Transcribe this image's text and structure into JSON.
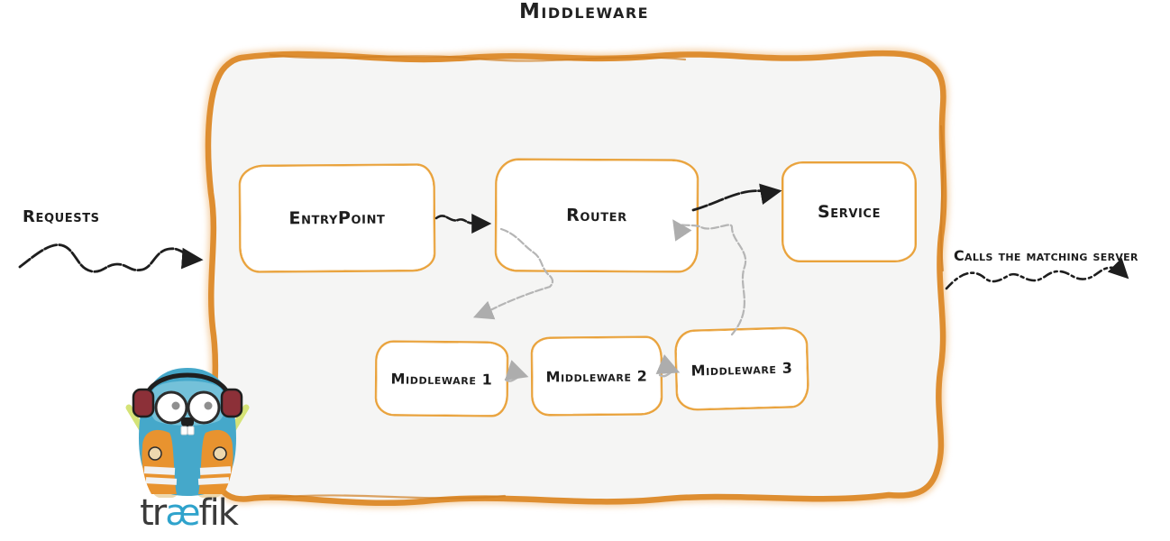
{
  "diagram": {
    "title": "Middleware",
    "nodes": {
      "entrypoint": {
        "label": "EntryPoint"
      },
      "router": {
        "label": "Router"
      },
      "service": {
        "label": "Service"
      },
      "middleware1": {
        "label": "Middleware 1"
      },
      "middleware2": {
        "label": "Middleware 2"
      },
      "middleware3": {
        "label": "Middleware 3"
      }
    },
    "labels": {
      "incoming": "Requests",
      "outgoing": "Calls the matching server"
    },
    "edges": [
      {
        "from": "Requests",
        "to": "EntryPoint",
        "style": "black-squiggle-arrow"
      },
      {
        "from": "EntryPoint",
        "to": "Router",
        "style": "black-squiggle-arrow"
      },
      {
        "from": "Router",
        "to": "Middleware 1",
        "style": "gray-squiggle-arrow"
      },
      {
        "from": "Middleware 1",
        "to": "Middleware 2",
        "style": "gray-squiggle-arrow"
      },
      {
        "from": "Middleware 2",
        "to": "Middleware 3",
        "style": "gray-squiggle-arrow"
      },
      {
        "from": "Middleware 3",
        "to": "Router",
        "style": "gray-squiggle-arrow"
      },
      {
        "from": "Router",
        "to": "Service",
        "style": "black-squiggle-arrow"
      },
      {
        "from": "Service",
        "to": "Calls the matching server",
        "style": "black-squiggle-arrow"
      }
    ]
  },
  "logo": {
    "name": "traefik-gopher-logo",
    "wordmark": {
      "pre": "tr",
      "ligature": "æ",
      "post": "fik"
    }
  },
  "colors": {
    "panel_border": "#DE8E31",
    "panel_fill": "#F5F5F4",
    "node_border": "#E9A23B",
    "node_fill": "#FFFFFF",
    "arrow_primary": "#1E1E1E",
    "arrow_secondary": "#B0B0B0",
    "logo_body_blue": "#45A8CA",
    "logo_vest_orange": "#E8932F",
    "wordmark_dark": "#3B3B3B",
    "wordmark_accent": "#2FA3CC"
  }
}
